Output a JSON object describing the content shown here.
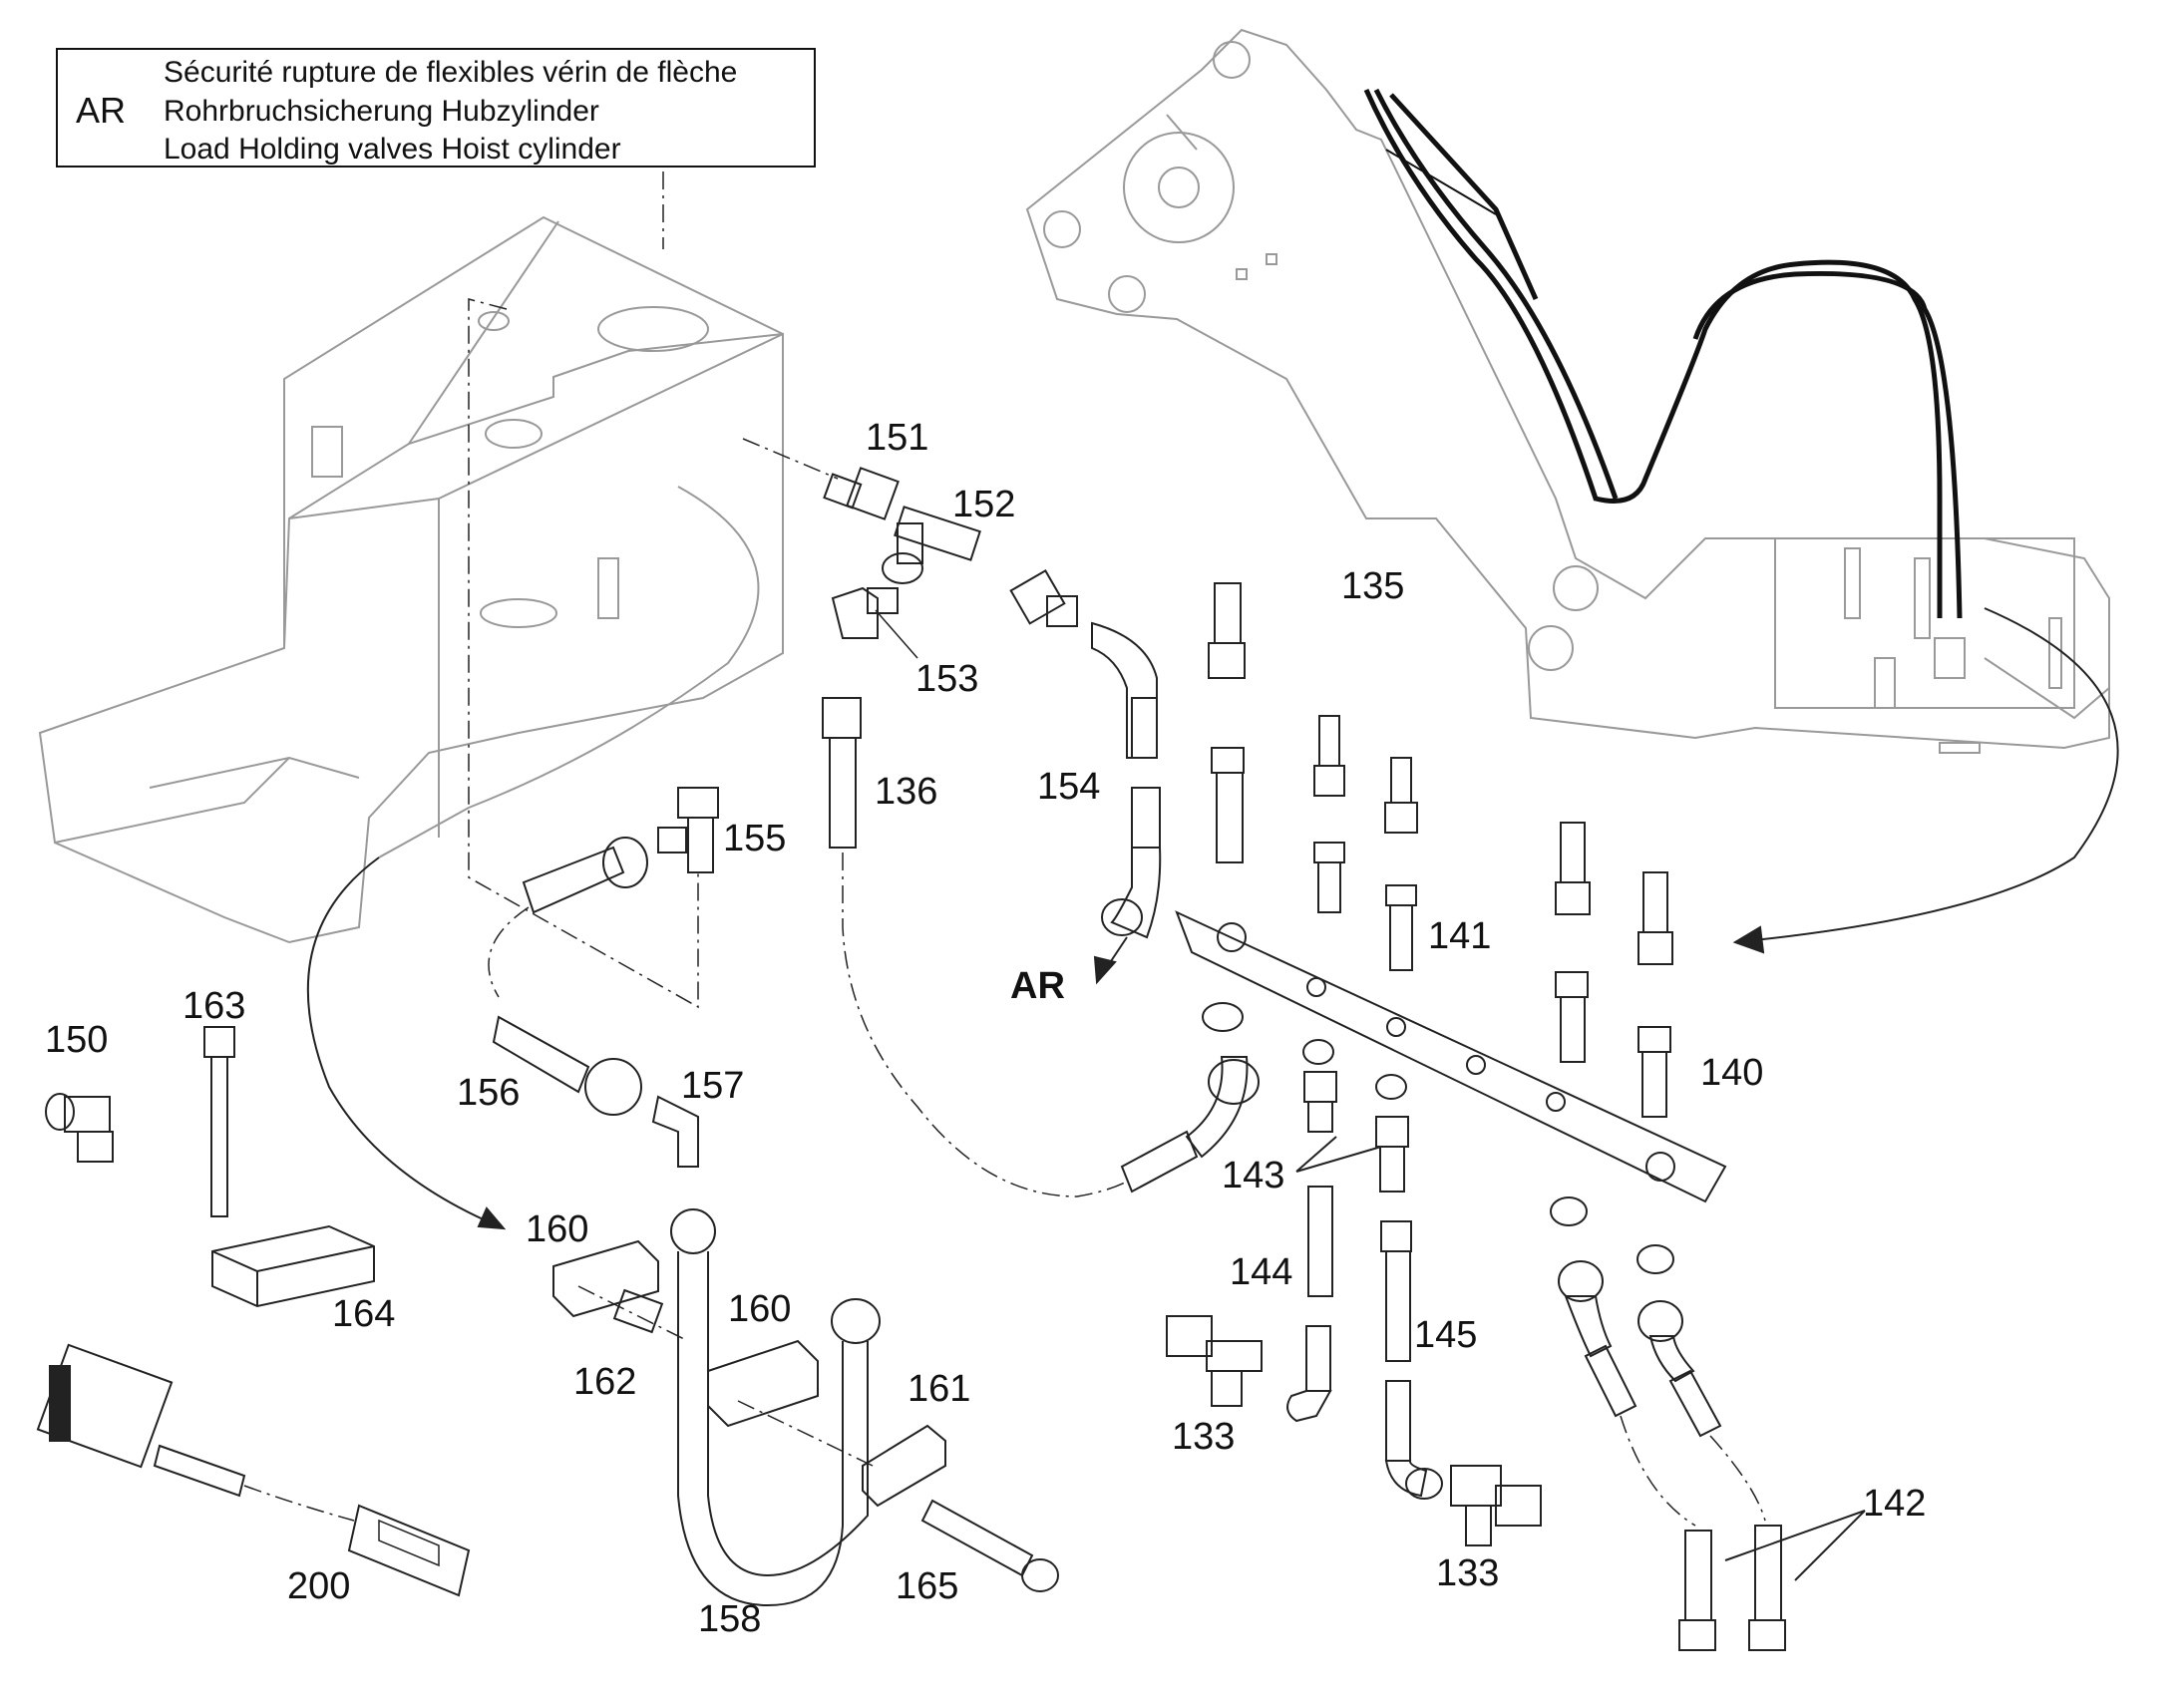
{
  "legend": {
    "code": "AR",
    "lines": [
      "Sécurité rupture de flexibles vérin de flèche",
      "Rohrbruchsicherung Hubzylinder",
      "Load Holding valves Hoist cylinder"
    ]
  },
  "callouts": {
    "c151": "151",
    "c152": "152",
    "c153": "153",
    "c154": "154",
    "c135": "135",
    "c136": "136",
    "c155": "155",
    "c141": "141",
    "ar": "AR",
    "c150": "150",
    "c163": "163",
    "c156": "156",
    "c157": "157",
    "c140": "140",
    "c143": "143",
    "c160a": "160",
    "c164": "164",
    "c144": "144",
    "c160b": "160",
    "c145": "145",
    "c162": "162",
    "c161": "161",
    "c133a": "133",
    "c142": "142",
    "c200": "200",
    "c165": "165",
    "c133b": "133",
    "c158": "158"
  }
}
